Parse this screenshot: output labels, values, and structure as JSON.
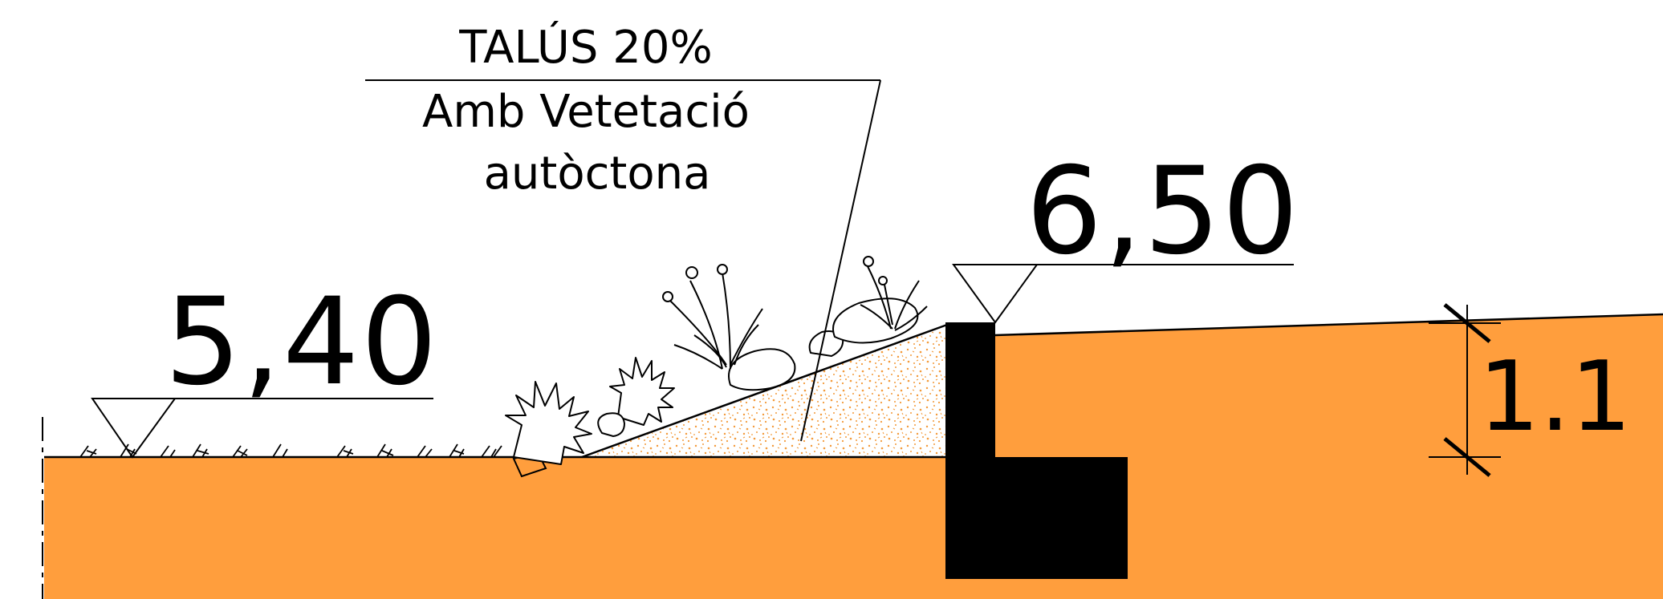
{
  "annotation": {
    "line1": "TALÚS 20%",
    "line2": "Amb Vetetació",
    "line3": "autòctona"
  },
  "levels": {
    "low": "5,40",
    "high": "6,50"
  },
  "dimension": {
    "height": "1.1"
  },
  "colors": {
    "soil": "#FF9E3D",
    "slope_fill": "#FFFFFF",
    "slope_speckle": "#F39A3A",
    "wall": "#000000",
    "line": "#000000"
  }
}
